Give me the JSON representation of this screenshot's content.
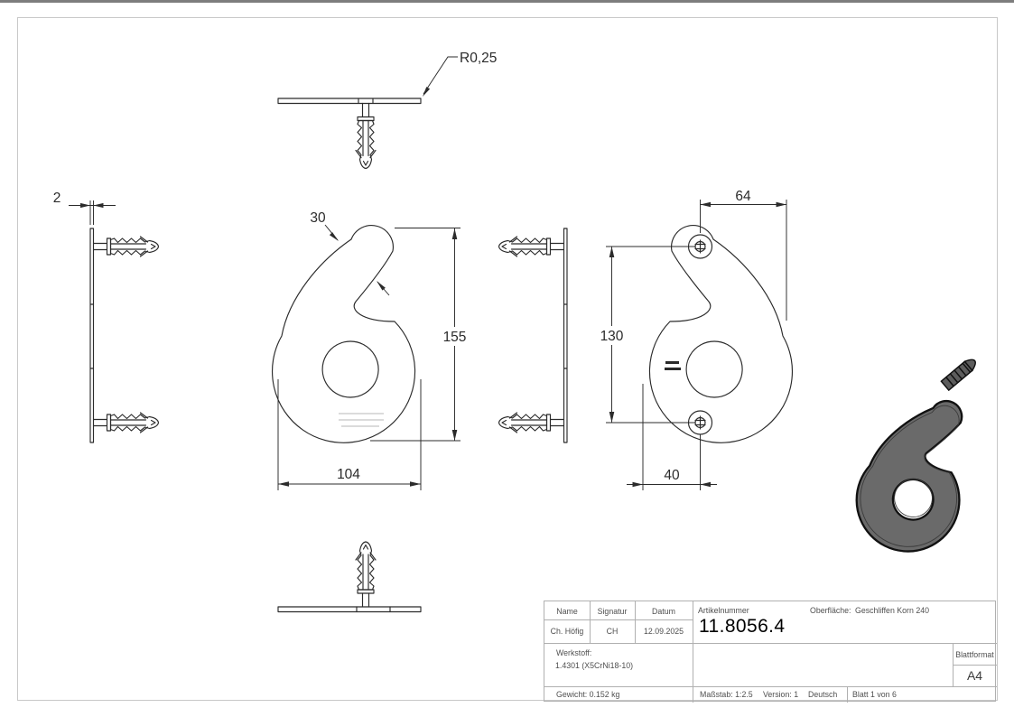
{
  "drawing": {
    "dimensions": {
      "radius": "R0,25",
      "thickness": "2",
      "stroke_width": "30",
      "height": "155",
      "width": "104",
      "hole_offset_top": "64",
      "hole_spacing": "130",
      "hole_offset_bottom": "40"
    },
    "part": "House number 6 with wall plugs, front / back / side / top / bottom views and 3D render",
    "colors": {
      "line": "#2b2b2b",
      "part_fill": "#6a6a6a",
      "frame": "#c8c8c8",
      "top_bar": "#7d7d7d",
      "titleblock_border": "#b0b0b0"
    },
    "title_block": {
      "name_label": "Name",
      "signatur_label": "Signatur",
      "datum_label": "Datum",
      "artikelnummer_label": "Artikelnummer",
      "oberflaeche_label": "Oberfläche:",
      "oberflaeche_value": "Geschliffen Korn 240",
      "name_value": "Ch. Höfig",
      "signatur_value": "CH",
      "datum_value": "12.09.2025",
      "artikelnummer_value": "11.8056.4",
      "werkstoff_label": "Werkstoff:",
      "werkstoff_value": "1.4301  (X5CrNi18-10)",
      "blattformat_label": "Blattformat",
      "blattformat_value": "A4",
      "gewicht": "Gewicht: 0.152 kg",
      "massstab": "Maßstab: 1:2.5",
      "version": "Version: 1",
      "sprache": "Deutsch",
      "blatt": "Blatt 1 von 6"
    }
  }
}
